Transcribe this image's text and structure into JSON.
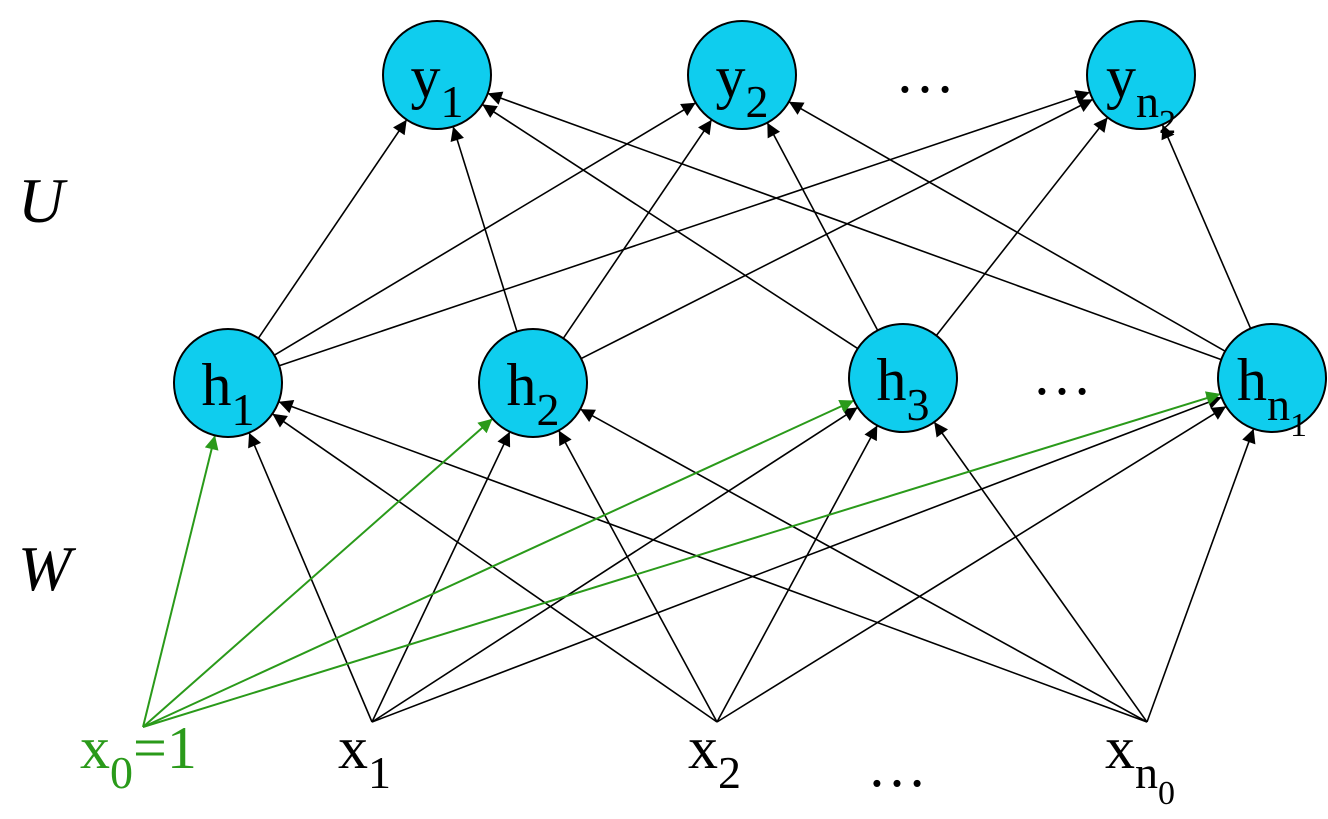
{
  "colors": {
    "node_fill": "#0fcdee",
    "node_stroke": "#000000",
    "edge": "#000000",
    "bias": "#2a9a1a",
    "text": "#000000",
    "background": "#ffffff"
  },
  "layer_labels": {
    "upper": "U",
    "lower": "W"
  },
  "output_layer": [
    {
      "base": "y",
      "sub": "1",
      "subsub": ""
    },
    {
      "base": "y",
      "sub": "2",
      "subsub": ""
    },
    {
      "base": "y",
      "sub": "n",
      "subsub": "2"
    }
  ],
  "hidden_layer": [
    {
      "base": "h",
      "sub": "1",
      "subsub": ""
    },
    {
      "base": "h",
      "sub": "2",
      "subsub": ""
    },
    {
      "base": "h",
      "sub": "3",
      "subsub": ""
    },
    {
      "base": "h",
      "sub": "n",
      "subsub": "1"
    }
  ],
  "input_layer": [
    {
      "base": "x",
      "sub": "1",
      "subsub": ""
    },
    {
      "base": "x",
      "sub": "2",
      "subsub": ""
    },
    {
      "base": "x",
      "sub": "n",
      "subsub": "0"
    }
  ],
  "bias_node": {
    "base": "x",
    "sub": "0",
    "rest": "=1"
  },
  "ellipsis": "…"
}
